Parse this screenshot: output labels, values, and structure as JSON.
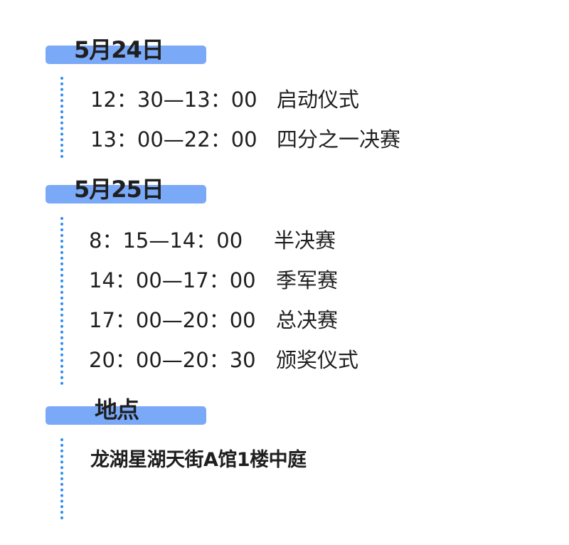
{
  "day1": {
    "title": "5月24日",
    "items": [
      {
        "time": "12：30—13：00",
        "event": "启动仪式"
      },
      {
        "time": "13：00—22：00",
        "event": "四分之一决赛"
      }
    ]
  },
  "day2": {
    "title": "5月25日",
    "items": [
      {
        "time": "8：15—14：00",
        "event": "半决赛"
      },
      {
        "time": "14：00—17：00",
        "event": "季军赛"
      },
      {
        "time": "17：00—20：00",
        "event": "总决赛"
      },
      {
        "time": "20：00—20：30",
        "event": "颁奖仪式"
      }
    ]
  },
  "venue": {
    "title": "地点",
    "address": "龙湖星湖天街A馆1楼中庭"
  },
  "colors": {
    "header_bar": "#7aa9f7",
    "dots": "#2f8cf0",
    "text": "#1f1f1f"
  }
}
